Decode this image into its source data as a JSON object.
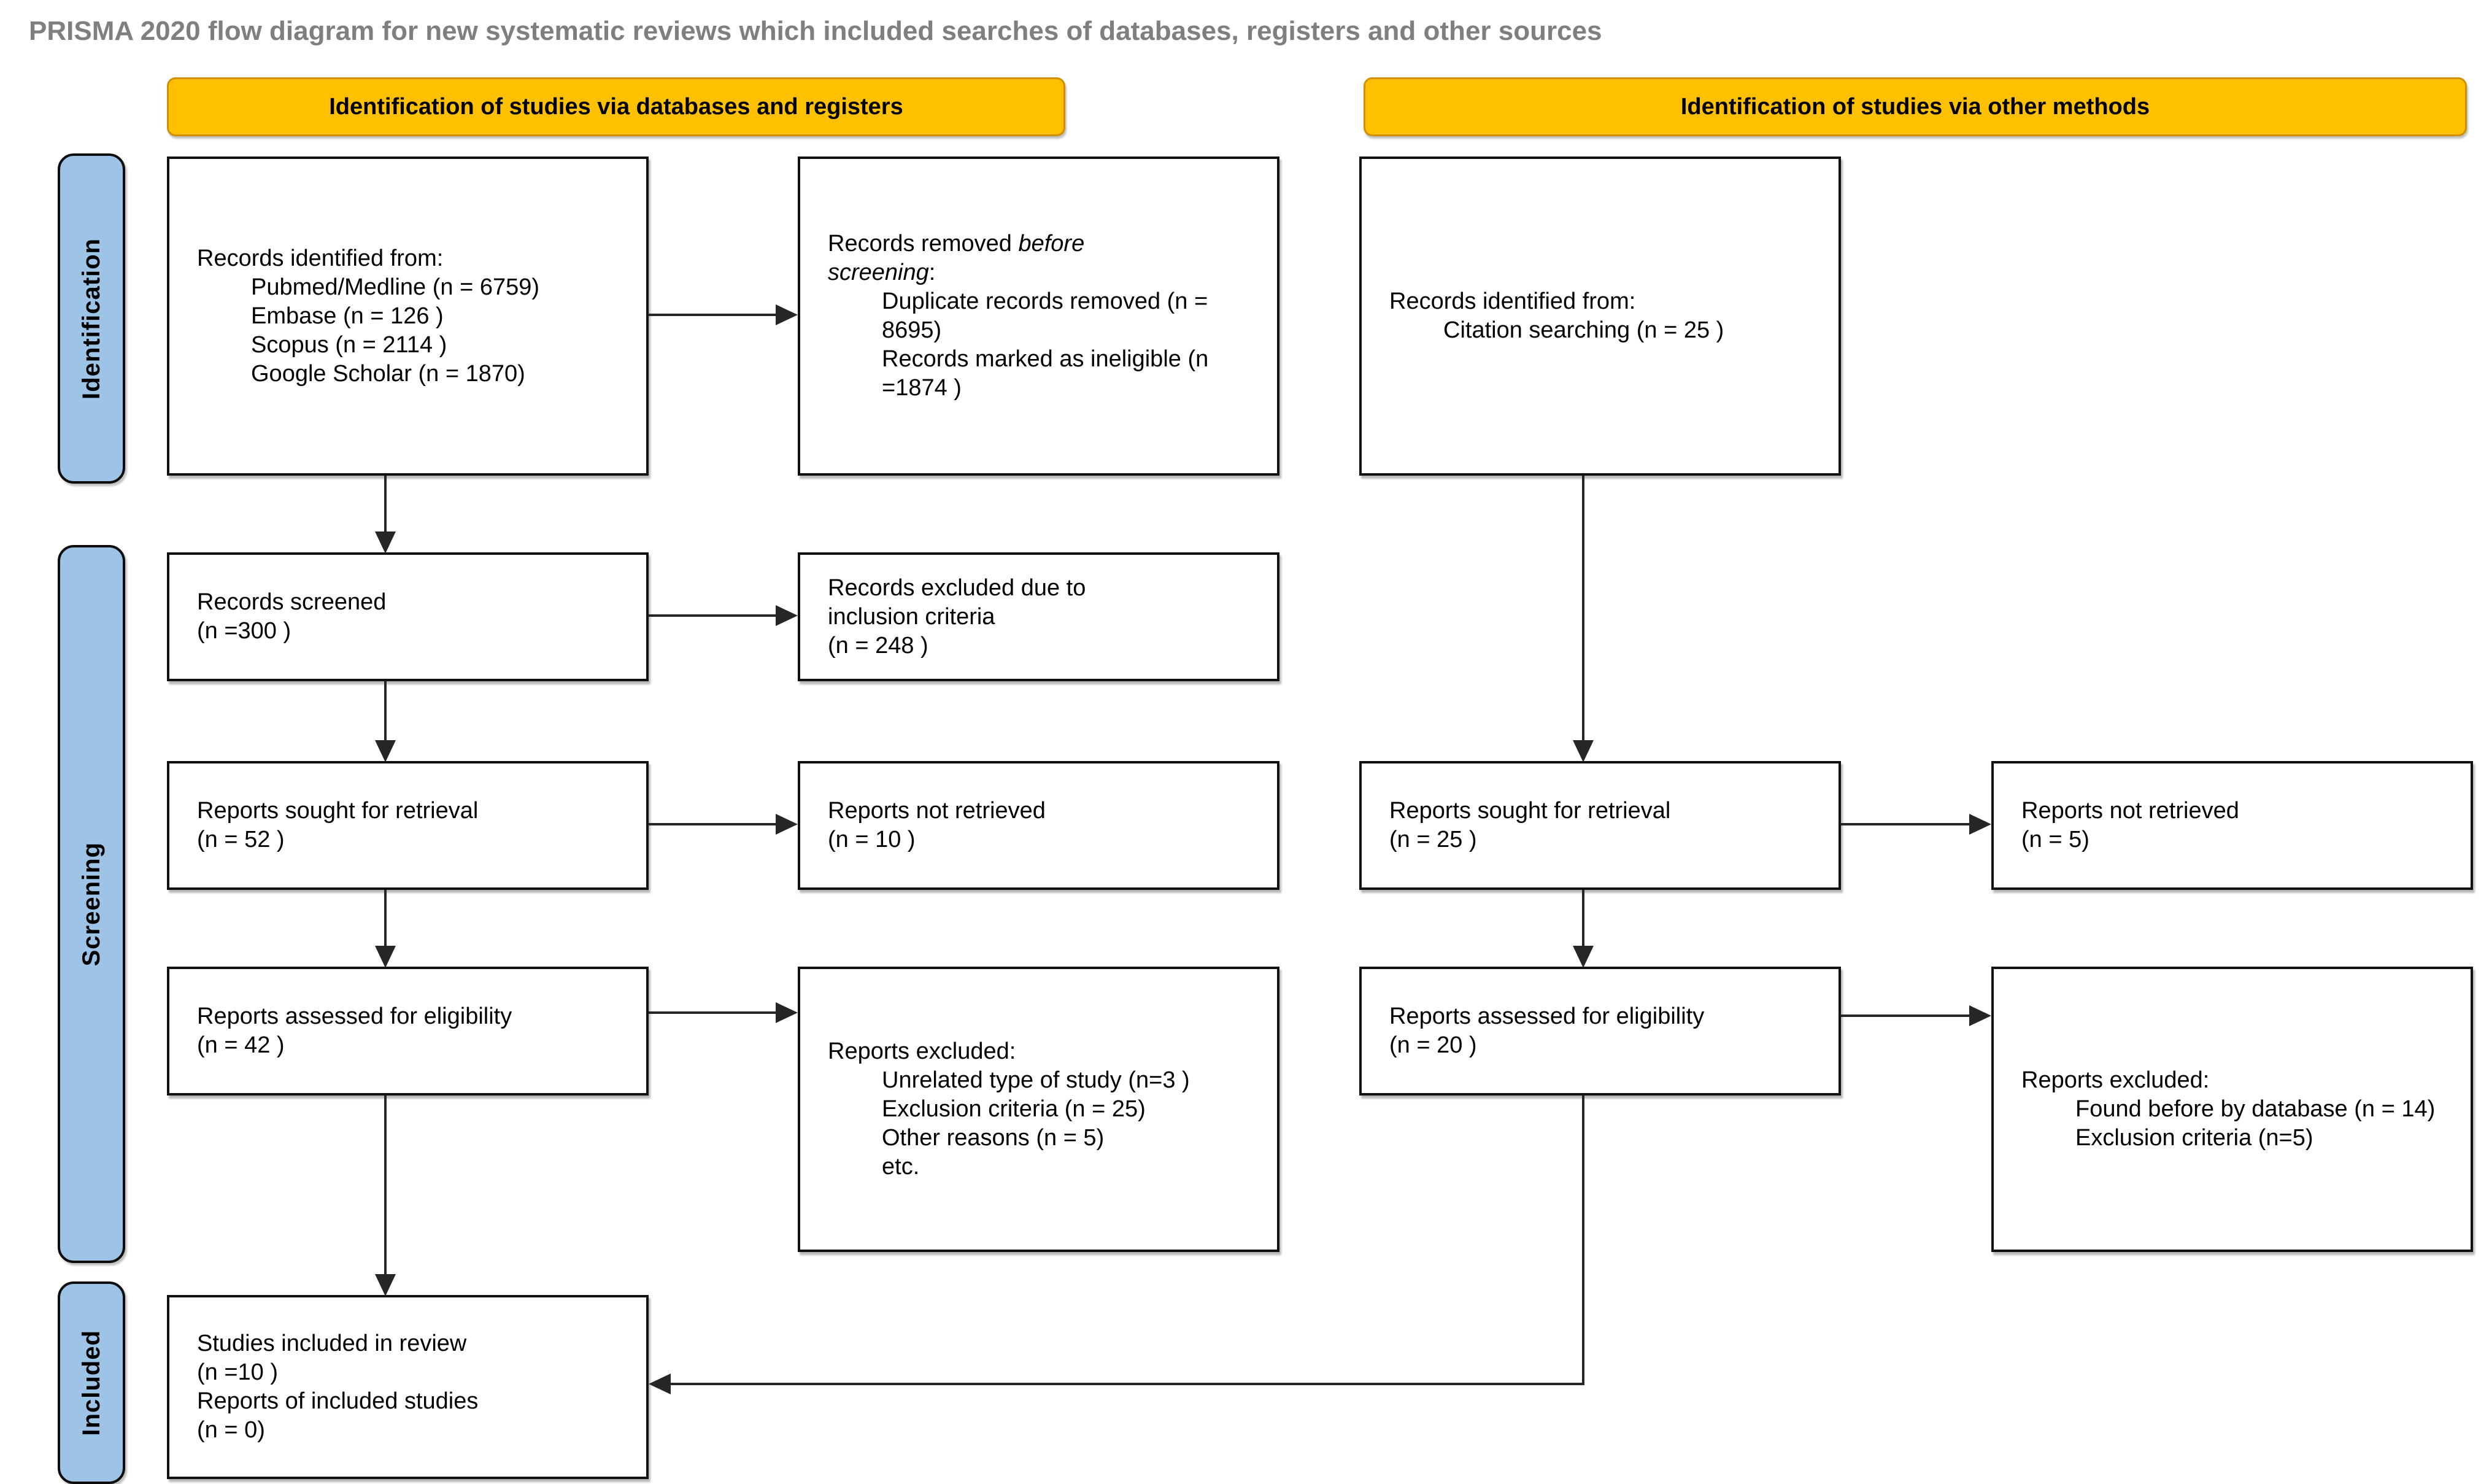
{
  "title": "PRISMA 2020 flow diagram for new systematic reviews which included searches of databases, registers and other sources",
  "headers": [
    "Identification of studies via databases and registers",
    "Identification of studies via other methods"
  ],
  "stages": [
    "Identification",
    "Screening",
    "Included"
  ],
  "flow": {
    "db_identified": {
      "title": "Records identified from:",
      "items": [
        "Pubmed/Medline (n = 6759)",
        "Embase (n = 126 )",
        "Scopus (n = 2114 )",
        "Google Scholar (n = 1870)"
      ]
    },
    "removed_before_screening": {
      "l1_prefix": "Records removed ",
      "l1_italic": "before",
      "l2_italic": "screening",
      "l2_suffix": ":",
      "items": [
        "Duplicate records removed (n = 8695)",
        "Records marked as ineligible (n =1874 )"
      ]
    },
    "other_identified": {
      "title": "Records identified from:",
      "items": [
        "Citation searching (n = 25 )"
      ]
    },
    "records_screened": {
      "lines": [
        "Records screened",
        "(n =300 )"
      ]
    },
    "records_excluded": {
      "lines": [
        "Records excluded due to",
        "inclusion criteria",
        "(n = 248 )"
      ]
    },
    "db_sought": {
      "lines": [
        "Reports sought for retrieval",
        "(n = 52 )"
      ]
    },
    "db_not_retrieved": {
      "lines": [
        "Reports not retrieved",
        "(n = 10 )"
      ]
    },
    "other_sought": {
      "lines": [
        "Reports sought for retrieval",
        "(n = 25 )"
      ]
    },
    "other_not_retrieved": {
      "lines": [
        "Reports not retrieved",
        "(n = 5)"
      ]
    },
    "db_assessed": {
      "lines": [
        "Reports assessed for eligibility",
        "(n = 42 )"
      ]
    },
    "db_excluded": {
      "title": "Reports excluded:",
      "items": [
        "Unrelated type of study (n=3 )",
        "Exclusion criteria (n = 25)",
        "Other reasons (n = 5)",
        "etc."
      ]
    },
    "other_assessed": {
      "lines": [
        "Reports assessed for eligibility",
        "(n = 20 )"
      ]
    },
    "other_excluded": {
      "title": "Reports excluded:",
      "items": [
        "Found before by database (n = 14)",
        "Exclusion criteria (n=5)"
      ]
    },
    "included": {
      "lines": [
        "Studies included in review",
        "(n =10 )",
        "Reports of included studies",
        "(n = 0)"
      ]
    }
  },
  "colors": {
    "header_fill": "#FFC000",
    "header_border": "#D19000",
    "stage_fill": "#9DC3E6",
    "box_border": "#111111",
    "line": "#262626",
    "title": "#7F7F7F"
  }
}
